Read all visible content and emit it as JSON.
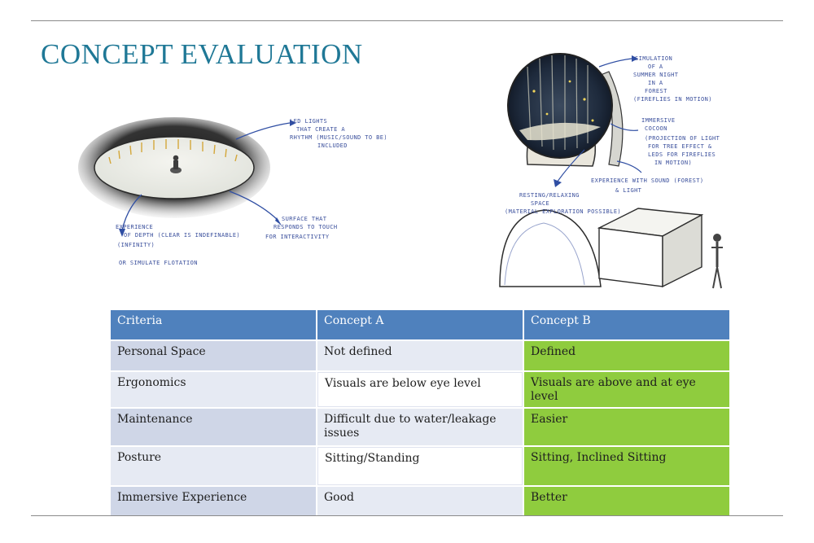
{
  "page": {
    "title": "CONCEPT EVALUATION"
  },
  "colors": {
    "title": "#1f7896",
    "header": "#4f81bd",
    "row_shade": "#cfd6e7",
    "row_light": "#e6eaf3",
    "concept_b": "#8fcc3e"
  },
  "sketch_a": {
    "notes": {
      "led_1": "LED LIGHTS",
      "led_2": "THAT CREATE A",
      "led_3": "RHYTHM (MUSIC/SOUND TO BE)",
      "led_4": "INCLUDED",
      "depth_1": "EXPERIENCE",
      "depth_2": "OF DEPTH (CLEAR IS INDEFINABLE)",
      "depth_3": "(INFINITY)",
      "depth_4": "OR SIMULATE FLOTATION",
      "surface_1": "SURFACE THAT",
      "surface_2": "RESPONDS TO TOUCH",
      "surface_3": "FOR INTERACTIVITY"
    }
  },
  "sketch_b": {
    "notes": {
      "sim_1": "SIMULATION",
      "sim_2": "OF A",
      "sim_3": "SUMMER NIGHT",
      "sim_4": "IN A",
      "sim_5": "FOREST",
      "sim_6": "(FIREFLIES IN MOTION)",
      "cocoon_1": "IMMERSIVE",
      "cocoon_2": "COCOON",
      "cocoon_3": "(PROJECTION OF LIGHT",
      "cocoon_4": "FOR TREE EFFECT &",
      "cocoon_5": "LEDS FOR FIREFLIES",
      "cocoon_6": "IN MOTION)",
      "sound_1": "EXPERIENCE WITH SOUND (FOREST)",
      "sound_2": "& LIGHT",
      "rest_1": "RESTING/RELAXING",
      "rest_2": "SPACE",
      "rest_3": "(MATERIAL EXPLORATION POSSIBLE)"
    }
  },
  "table": {
    "headers": [
      "Criteria",
      "Concept A",
      "Concept B"
    ],
    "rows": [
      [
        "Personal  Space",
        "Not defined",
        "Defined"
      ],
      [
        "Ergonomics",
        "Visuals are below eye level",
        "Visuals are above and at eye level"
      ],
      [
        "Maintenance",
        "Difficult due to water/leakage issues",
        "Easier"
      ],
      [
        "Posture",
        "Sitting/Standing",
        "Sitting, Inclined Sitting"
      ],
      [
        "Immersive Experience",
        "Good",
        "Better"
      ]
    ]
  }
}
